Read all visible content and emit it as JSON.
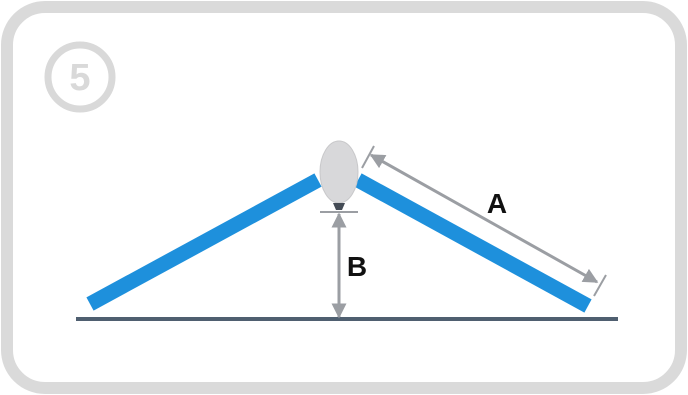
{
  "step": {
    "number": "5"
  },
  "diagram": {
    "label_a": "A",
    "label_b": "B"
  },
  "colors": {
    "frame_border": "#dadada",
    "badge": "#d9d9d9",
    "badge_text": "#ffffff",
    "beam": "#1e90dc",
    "ground": "#4f5f70",
    "arrow": "#9b9ea3",
    "hinge": "#d8d8da",
    "label": "#111111"
  }
}
